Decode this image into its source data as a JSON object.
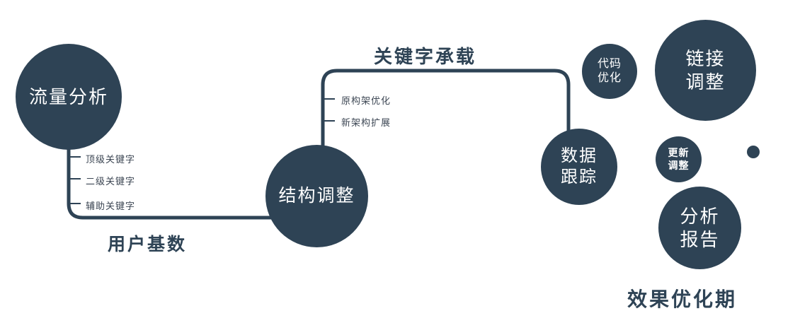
{
  "colors": {
    "primary": "#2e4355",
    "text_dark": "#2e4355",
    "label_gray": "#3c4653",
    "background": "#ffffff"
  },
  "nodes": {
    "traffic": {
      "label": "流量分析"
    },
    "structure": {
      "label": "结构调整"
    },
    "data_tracking": {
      "line1": "数据",
      "line2": "跟踪"
    },
    "code_optimization": {
      "line1": "代码",
      "line2": "优化"
    },
    "link_adjustment": {
      "line1": "链接",
      "line2": "调整"
    },
    "update_adjustment": {
      "line1": "更新",
      "line2": "调整"
    },
    "analysis_report": {
      "line1": "分析",
      "line2": "报告"
    }
  },
  "edge_labels": {
    "user_base": "用户基数",
    "keyword_bearing": "关键字承载"
  },
  "branch_labels": {
    "traffic_branches": [
      "顶级关键字",
      "二级关键字",
      "辅助关键字"
    ],
    "structure_branches": [
      "原构架优化",
      "新架构扩展"
    ]
  },
  "caption": "效果优化期"
}
